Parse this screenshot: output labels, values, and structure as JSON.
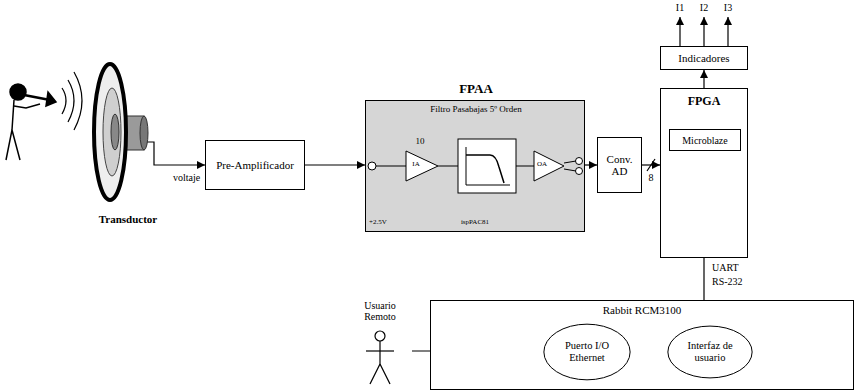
{
  "diagram": {
    "nodes": [
      {
        "text": [
          "Transductor"
        ]
      },
      {
        "text": [
          "Pre-Amplificador"
        ]
      },
      {
        "text": [
          "FPAA",
          "Filtro Pasabajas 5º Orden"
        ]
      },
      {
        "text": [
          "Conv. AD"
        ]
      },
      {
        "text": [
          "Indicadores"
        ]
      },
      {
        "text": [
          "FPGA"
        ]
      },
      {
        "text": [
          "Microblaze"
        ],
        "in": 5
      },
      {
        "text": [
          "Usuario Remoto"
        ]
      },
      {
        "text": [
          "Rabbit RCM3100"
        ]
      },
      {
        "text": [
          "Puerto I/O Ethernet"
        ],
        "in": 8
      },
      {
        "text": [
          "Interfaz de usuario"
        ],
        "in": 8
      }
    ],
    "edges": [
      {
        "from": 0,
        "to": 1,
        "arrow": "to",
        "label": "voltaje"
      },
      {
        "from": 1,
        "to": 2,
        "arrow": "to"
      },
      {
        "from": 2,
        "to": 3,
        "arrow": "to"
      },
      {
        "from": 3,
        "to": 5,
        "arrow": "to",
        "label": "8"
      },
      {
        "from": 5,
        "to": 4,
        "arrow": "to"
      },
      {
        "from": 5,
        "to": 8,
        "arrow": "none"
      },
      {
        "from": 7,
        "to": 9,
        "arrow": "none"
      },
      {
        "from": 9,
        "to": 10,
        "arrow": "none"
      }
    ],
    "labels": [
      "I1",
      "I2",
      "I3",
      "10",
      "IA",
      "OA",
      "+2.5V",
      "ispPAC81",
      "UART",
      "RS-232"
    ]
  }
}
